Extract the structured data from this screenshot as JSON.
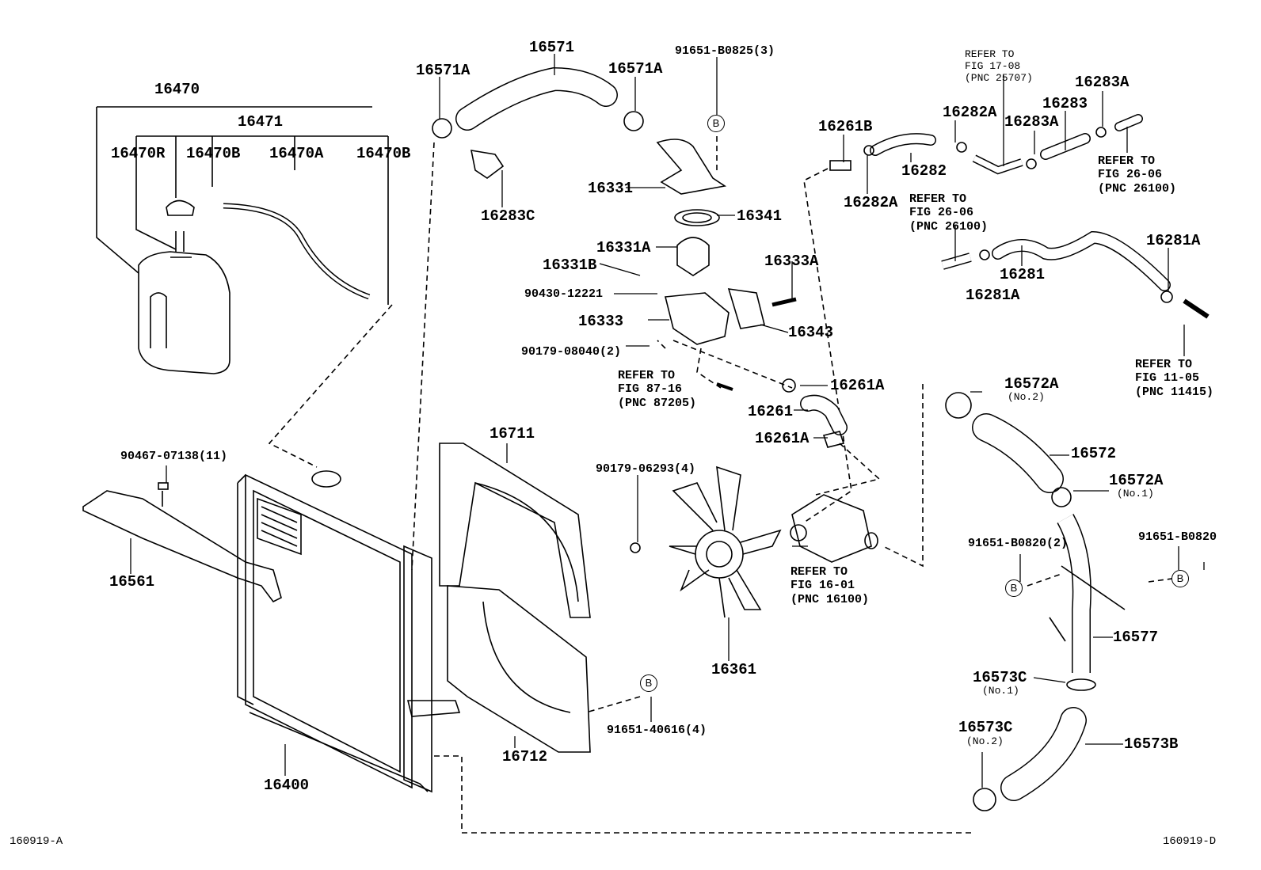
{
  "diagram": {
    "labels": [
      "16470",
      "16471",
      "16470R",
      "16470B",
      "16470A",
      "16470B",
      "16571A",
      "16571",
      "16571A",
      "91651-B0825(3)",
      "16283C",
      "16331",
      "16341",
      "16331A",
      "16331B",
      "90430-12221",
      "16333A",
      "16333",
      "16343",
      "90179-08040(2)",
      "REFER TO\nFIG 87-16\n(PNC 87205)",
      "16261A",
      "16261",
      "16261A",
      "16261B",
      "16282A",
      "16282",
      "16282A",
      "REFER TO\nFIG 17-08\n(PNC 25707)",
      "16283A",
      "16283",
      "16283A",
      "REFER TO\nFIG 26-06\n(PNC 26100)",
      "REFER TO\nFIG 26-06\n(PNC 26100)",
      "16281A",
      "16281",
      "16281A",
      "REFER TO\nFIG 11-05\n(PNC 11415)",
      "16572A",
      "(No.2)",
      "16572",
      "16572A",
      "(No.1)",
      "91651-B0820(2)",
      "91651-B0820",
      "16577",
      "16573C",
      "(No.1)",
      "16573C",
      "(No.2)",
      "16573B",
      "16711",
      "90179-06293(4)",
      "REFER TO\nFIG 16-01\n(PNC 16100)",
      "16361",
      "91651-40616(4)",
      "16712",
      "90467-07138(11)",
      "16561",
      "16400"
    ],
    "badge_letter": "B",
    "footer_left": "160919-A",
    "footer_right": "160919-D",
    "line_color": "#000000",
    "background": "#ffffff"
  }
}
